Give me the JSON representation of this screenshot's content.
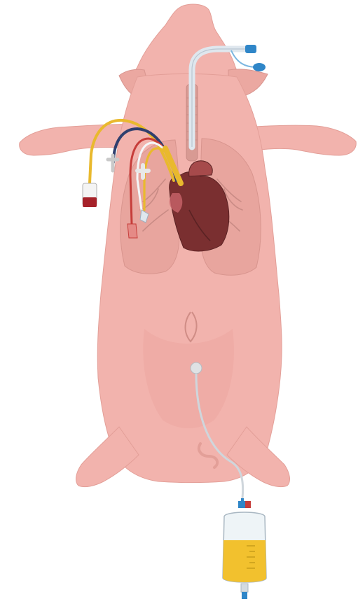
{
  "figure": {
    "subject": "pig-anatomy",
    "elements": [
      "pig-body",
      "lungs",
      "heart",
      "endotracheal-tube",
      "vascular-catheters",
      "urinary-catheter",
      "urine-collection-bag"
    ]
  },
  "colors": {
    "skin": "#f2b3ad",
    "skin_shade": "#e39f98",
    "skin_dark": "#d08d86",
    "lung": "#e7a39c",
    "lung_vessel": "#c98b85",
    "heart": "#7a2f30",
    "heart_light": "#a64a4b",
    "tube_clear": "#dfe7ee",
    "tube_blue": "#2f86c8",
    "cath_yellow": "#e9b92e",
    "cath_navy": "#2f3f6e",
    "cath_red": "#c63d3a",
    "urine": "#f2c12e",
    "bag": "#eef4f7"
  }
}
